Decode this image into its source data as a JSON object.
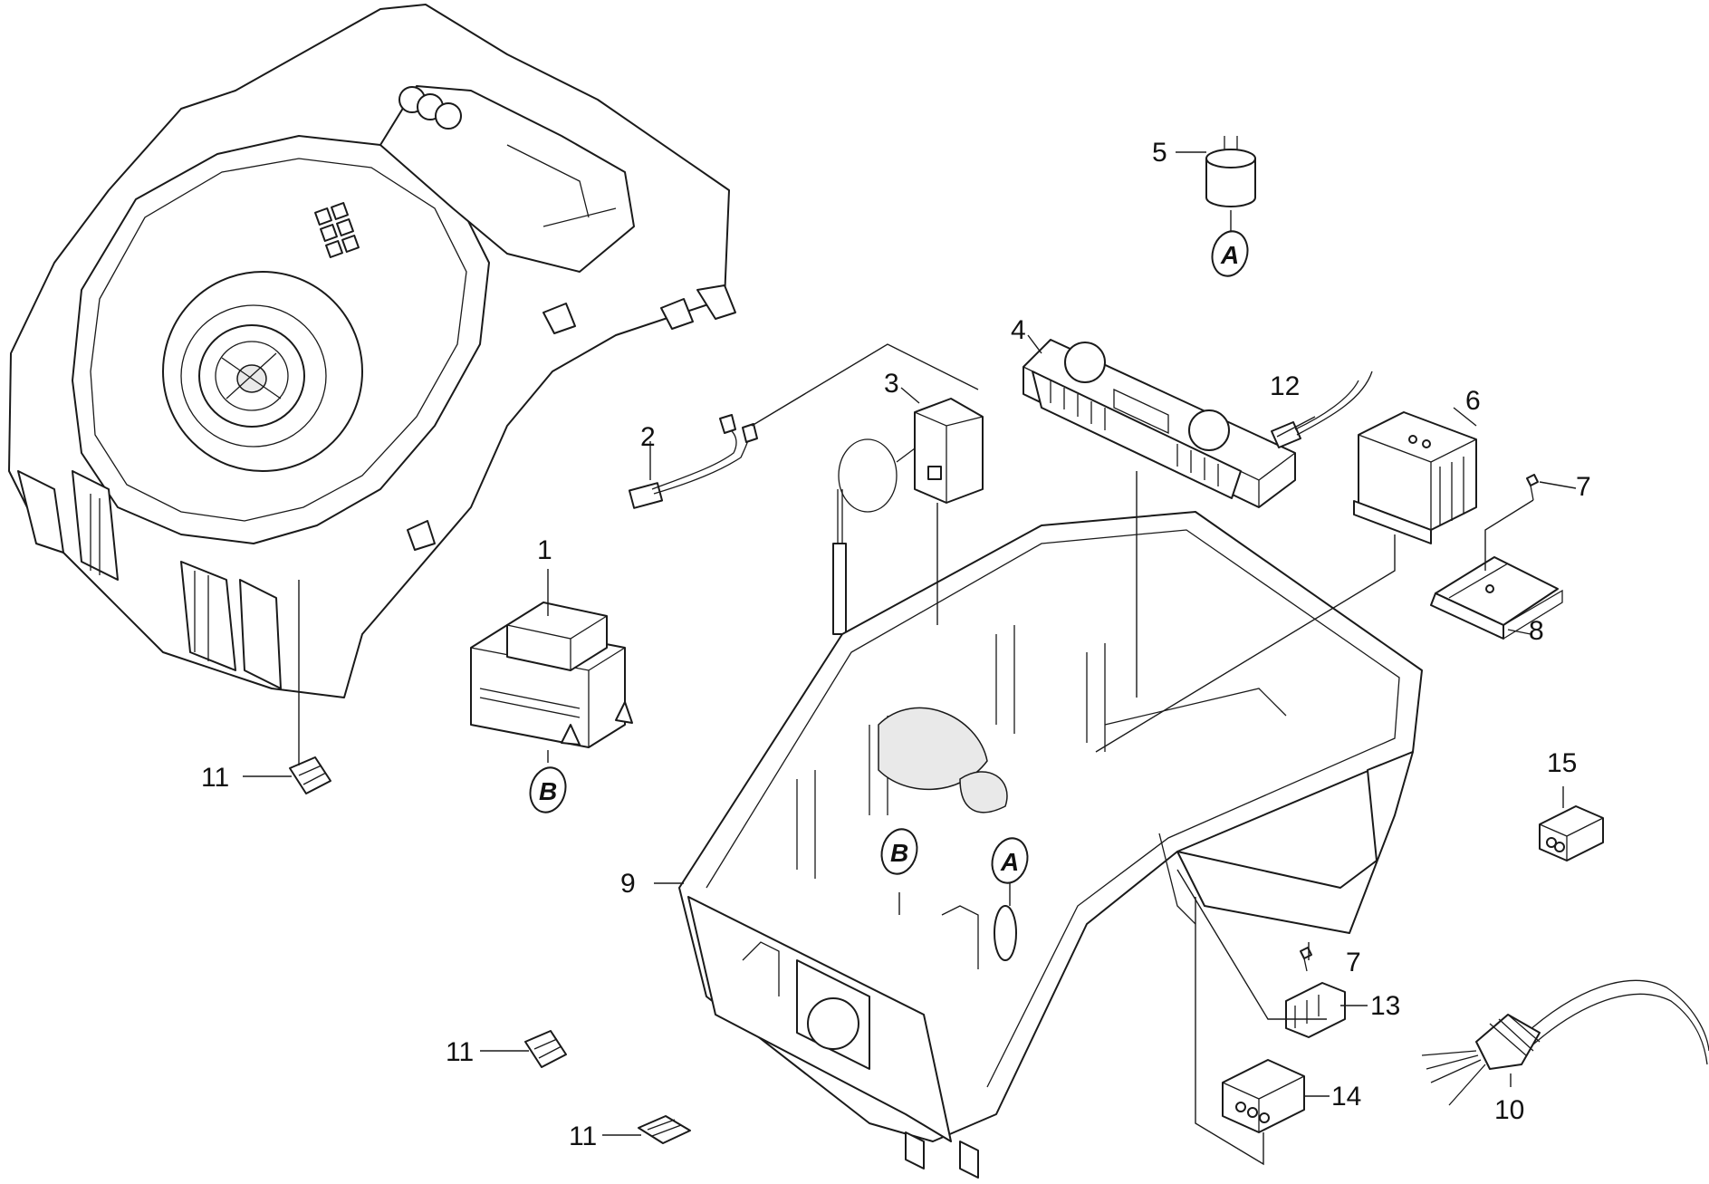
{
  "callouts": {
    "c1": "1",
    "c2": "2",
    "c3": "3",
    "c4": "4",
    "c5": "5",
    "c6": "6",
    "c7a": "7",
    "c7b": "7",
    "c8": "8",
    "c9": "9",
    "c10": "10",
    "c11a": "11",
    "c11b": "11",
    "c11c": "11",
    "c12": "12",
    "c13": "13",
    "c14": "14",
    "c15": "15"
  },
  "markers": {
    "a_top": "A",
    "a_housing": "A",
    "b_top": "B",
    "b_housing": "B"
  },
  "icons": {
    "grid_logo": "grid-logo-icon"
  }
}
